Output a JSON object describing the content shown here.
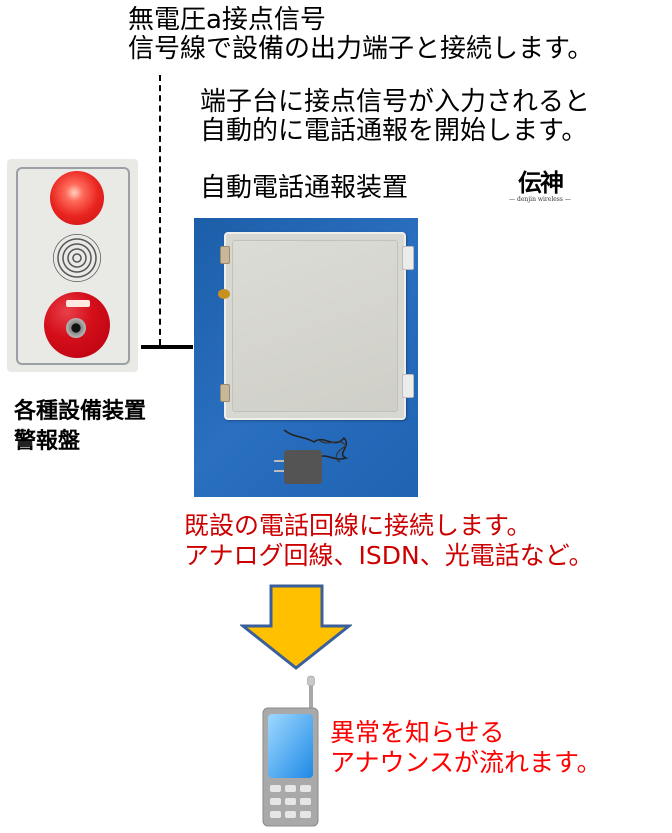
{
  "signal_note": {
    "line1": "無電圧a接点信号",
    "line2": "信号線で設備の出力端子と接続します。"
  },
  "terminal_note": {
    "line1": "端子台に接点信号が入力されると",
    "line2": "自動的に電話通報を開始します。"
  },
  "device": {
    "title": "自動電話通報装置",
    "logo_text": "伝神",
    "logo_subtext": "— denjin wireless —"
  },
  "alarm_panel": {
    "label_line1": "各種設備装置",
    "label_line2": "警報盤"
  },
  "phone_line_note": {
    "line1": "既設の電話回線に接続します。",
    "line2": "アナログ回線、ISDN、光電話など。"
  },
  "announce_note": {
    "line1": "異常を知らせる",
    "line2": "アナウンスが流れます。"
  },
  "colors": {
    "red_text": "#cc0000",
    "bright_red_text": "#ff0000",
    "arrow_fill": "#ffc000",
    "arrow_stroke": "#3b5f9a",
    "photo_background": "#2a6fc0"
  }
}
